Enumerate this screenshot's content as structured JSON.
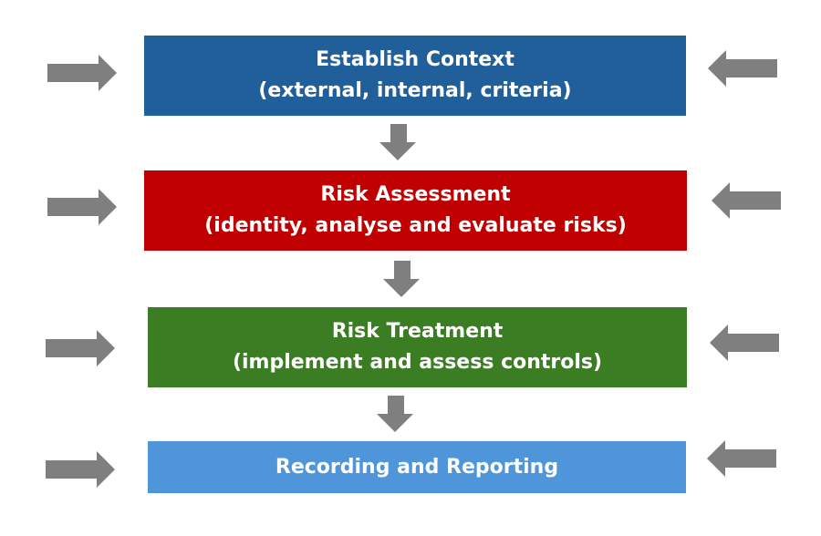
{
  "colors": {
    "arrow": "#7F7F7F",
    "context": "#215F9A",
    "assessment": "#C00000",
    "treatment": "#3A7D22",
    "reporting": "#4E95D9"
  },
  "steps": [
    {
      "title": "Establish Context",
      "subtitle": "(external, internal, criteria)"
    },
    {
      "title": "Risk Assessment",
      "subtitle": "(identity, analyse and evaluate risks)"
    },
    {
      "title": "Risk Treatment",
      "subtitle": "(implement and assess controls)"
    },
    {
      "title": "Recording and Reporting"
    }
  ]
}
